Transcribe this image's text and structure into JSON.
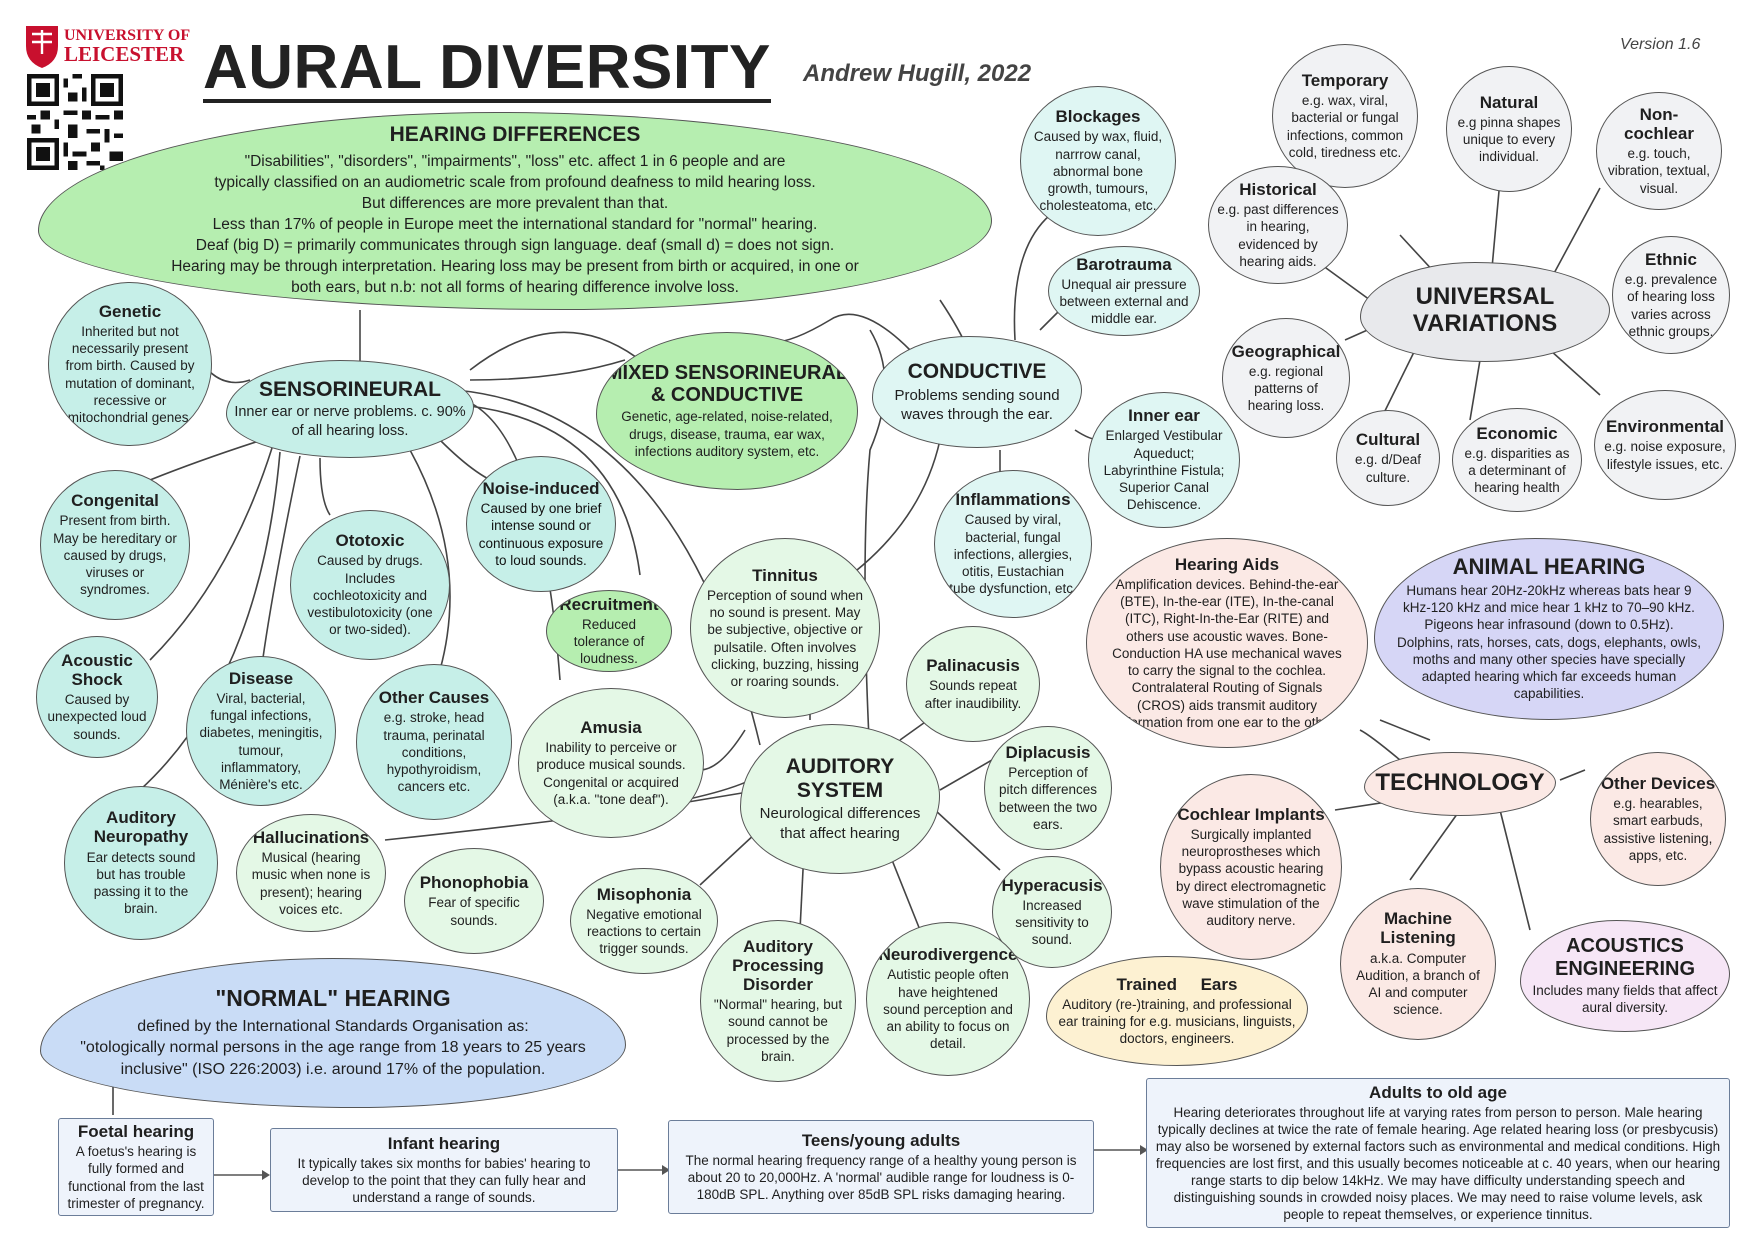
{
  "header": {
    "logo_line1": "UNIVERSITY OF",
    "logo_line2": "LEICESTER",
    "title": "AURAL DIVERSITY",
    "author": "Andrew Hugill, 2022",
    "version": "Version 1.6"
  },
  "colors": {
    "teal": "#c6efe8",
    "mint": "#d4f5da",
    "green": "#b6eeb0",
    "grey": "#e8e9ec",
    "pink": "#fbe9e5",
    "lavender": "#d6d6f6",
    "lilac": "#f6e6f6",
    "yellow": "#fdf1d2",
    "blue": "#c9dcf6",
    "logo_red": "#c8102e"
  },
  "icons": [
    "university-crest-icon",
    "qr-code-icon",
    "arrow-right-icon"
  ],
  "nodes": {
    "hearing_differences": {
      "title": "HEARING DIFFERENCES",
      "lines": [
        "\"Disabilities\", \"disorders\", \"impairments\", \"loss\" etc. affect 1 in 6 people and are",
        "typically classified on an audiometric scale from profound deafness to mild hearing loss.",
        "But differences are more prevalent than that.",
        "Less than 17% of people in Europe meet the international standard for \"normal\" hearing.",
        "Deaf (big D) = primarily communicates through sign language. deaf (small d) = does not sign.",
        "Hearing may be through interpretation. Hearing loss may be present from birth or acquired, in one or",
        "both ears, but n.b: not all forms of hearing difference involve loss."
      ]
    },
    "sensorineural": {
      "title": "SENSORINEURAL",
      "body": "Inner ear or nerve problems. c. 90% of all hearing loss."
    },
    "mixed": {
      "title": "MIXED SENSORINEURAL & CONDUCTIVE",
      "body": "Genetic, age-related, noise-related, drugs, disease, trauma, ear wax, infections auditory system, etc."
    },
    "conductive": {
      "title": "CONDUCTIVE",
      "body": "Problems sending sound waves through the ear."
    },
    "genetic": {
      "title": "Genetic",
      "body": "Inherited but not necessarily present from birth. Caused by mutation of dominant, recessive or mitochondrial genes."
    },
    "congenital": {
      "title": "Congenital",
      "body": "Present from birth. May be hereditary or caused by drugs, viruses or syndromes."
    },
    "acoustic_shock": {
      "title": "Acoustic Shock",
      "body": "Caused by unexpected loud sounds."
    },
    "auditory_neuropathy": {
      "title": "Auditory Neuropathy",
      "body": "Ear detects sound but has trouble passing it to the brain."
    },
    "disease": {
      "title": "Disease",
      "body": "Viral, bacterial, fungal infections, diabetes, meningitis, tumour, inflammatory, Ménière's etc."
    },
    "ototoxic": {
      "title": "Ototoxic",
      "body": "Caused by drugs. Includes cochleotoxicity and vestibulotoxicity (one or two-sided)."
    },
    "other_causes": {
      "title": "Other Causes",
      "body": "e.g. stroke, head trauma, perinatal conditions, hypothyroidism, cancers etc."
    },
    "noise_induced": {
      "title": "Noise-induced",
      "body": "Caused by one brief intense sound or continuous exposure to loud sounds."
    },
    "recruitment": {
      "title": "Recruitment",
      "body": "Reduced tolerance of loudness."
    },
    "amusia": {
      "title": "Amusia",
      "body": "Inability to perceive or produce musical sounds. Congenital or acquired (a.k.a. \"tone deaf\")."
    },
    "tinnitus": {
      "title": "Tinnitus",
      "body": "Perception of sound when no sound is present. May be subjective, objective or pulsatile. Often involves clicking, buzzing, hissing or roaring sounds."
    },
    "blockages": {
      "title": "Blockages",
      "body": "Caused by wax, fluid, narrrow canal, abnormal bone growth, tumours, cholesteatoma, etc."
    },
    "barotrauma": {
      "title": "Barotrauma",
      "body": "Unequal air pressure between external and middle ear."
    },
    "inner_ear": {
      "title": "Inner ear",
      "body": "Enlarged Vestibular Aqueduct; Labyrinthine Fistula; Superior Canal Dehiscence."
    },
    "inflammations": {
      "title": "Inflammations",
      "body": "Caused by viral, bacterial, fungal infections, allergies, otitis, Eustachian tube dysfunction, etc."
    },
    "palinacusis": {
      "title": "Palinacusis",
      "body": "Sounds repeat after inaudibility."
    },
    "diplacusis": {
      "title": "Diplacusis",
      "body": "Perception of pitch differences between the two ears."
    },
    "hyperacusis": {
      "title": "Hyperacusis",
      "body": "Increased sensitivity to sound."
    },
    "auditory_system": {
      "title": "AUDITORY SYSTEM",
      "body": "Neurological differences that affect hearing"
    },
    "hallucinations": {
      "title": "Hallucinations",
      "body": "Musical (hearing music when none is present); hearing voices etc."
    },
    "phonophobia": {
      "title": "Phonophobia",
      "body": "Fear of specific sounds."
    },
    "misophonia": {
      "title": "Misophonia",
      "body": "Negative emotional reactions to certain trigger sounds."
    },
    "apd": {
      "title": "Auditory Processing Disorder",
      "body": "\"Normal\" hearing, but sound cannot be processed by the brain."
    },
    "neurodivergence": {
      "title": "Neurodivergence",
      "body": "Autistic people often have heightened sound perception and an ability to focus on detail."
    },
    "trained_ears": {
      "title": "Trained     Ears",
      "body": "Auditory (re-)training, and professional ear training for e.g. musicians, linguists, doctors, engineers."
    },
    "universal_variations": {
      "title": "UNIVERSAL VARIATIONS"
    },
    "temporary": {
      "title": "Temporary",
      "body": "e.g. wax, viral, bacterial or fungal infections, common cold, tiredness etc."
    },
    "natural": {
      "title": "Natural",
      "body": "e.g pinna shapes unique to every individual."
    },
    "non_cochlear": {
      "title": "Non-cochlear",
      "body": "e.g. touch, vibration, textual, visual."
    },
    "historical": {
      "title": "Historical",
      "body": "e.g. past differences in hearing, evidenced by hearing aids."
    },
    "ethnic": {
      "title": "Ethnic",
      "body": "e.g. prevalence of hearing loss varies across ethnic groups."
    },
    "geographical": {
      "title": "Geographical",
      "body": "e.g. regional patterns of hearing loss."
    },
    "cultural": {
      "title": "Cultural",
      "body": "e.g. d/Deaf culture."
    },
    "economic": {
      "title": "Economic",
      "body": "e.g. disparities as a determinant of hearing health"
    },
    "environmental": {
      "title": "Environmental",
      "body": "e.g. noise exposure, lifestyle issues, etc."
    },
    "hearing_aids": {
      "title": "Hearing Aids",
      "body": "Amplification devices. Behind-the-ear (BTE), In-the-ear (ITE), In-the-canal (ITC), Right-In-the-Ear (RITE) and others use acoustic waves. Bone-Conduction HA use mechanical waves to carry the signal to the cochlea. Contralateral Routing of Signals (CROS) aids transmit auditory information from one ear to the other."
    },
    "animal_hearing": {
      "title": "ANIMAL HEARING",
      "body": "Humans hear 20Hz-20kHz whereas bats hear 9 kHz-120 kHz and mice hear 1 kHz to 70–90 kHz. Pigeons hear infrasound (down to 0.5Hz). Dolphins, rats, horses, cats, dogs, elephants, owls, moths and many other species have specially adapted hearing which far exceeds human capabilities."
    },
    "technology": {
      "title": "TECHNOLOGY"
    },
    "cochlear_implants": {
      "title": "Cochlear Implants",
      "body": "Surgically implanted neuroprostheses which bypass acoustic hearing by direct electromagnetic wave stimulation of the auditory nerve."
    },
    "other_devices": {
      "title": "Other Devices",
      "body": "e.g. hearables, smart earbuds, assistive listening, apps, etc."
    },
    "machine_listening": {
      "title": "Machine Listening",
      "body": "a.k.a. Computer Audition, a branch of AI and computer science."
    },
    "acoustics_engineering": {
      "title": "ACOUSTICS ENGINEERING",
      "body": "Includes many fields that affect aural diversity."
    },
    "normal_hearing": {
      "title": "\"NORMAL\" HEARING",
      "lines": [
        "defined by the International Standards Organisation as:",
        "\"otologically normal persons in the age range from 18 years to 25 years",
        "inclusive\" (ISO 226:2003) i.e. around 17% of the population."
      ]
    }
  },
  "lifespan": [
    {
      "title": "Foetal hearing",
      "body": "A foetus's hearing is fully formed and functional from the last trimester of pregnancy."
    },
    {
      "title": "Infant hearing",
      "body": "It typically takes six months for babies' hearing to develop to the point that they can fully hear and understand a range of sounds."
    },
    {
      "title": "Teens/young adults",
      "body": "The normal hearing frequency range of a healthy young person is about 20 to 20,000Hz. A 'normal' audible range for loudness is 0-180dB SPL. Anything over 85dB SPL risks damaging hearing."
    },
    {
      "title": "Adults to old age",
      "body": "Hearing deteriorates throughout life at varying rates from person to person. Male hearing typically declines at twice the rate of female hearing. Age related hearing loss (or presbycusis) may also be worsened by external factors such as environmental and medical conditions. High frequencies are lost first, and this usually becomes noticeable at c. 40 years, when our hearing range starts to dip below 14kHz. We may have difficulty understanding speech and distinguishing sounds in crowded noisy places. We may need to raise volume levels, ask people to repeat themselves, or experience tinnitus."
    }
  ]
}
